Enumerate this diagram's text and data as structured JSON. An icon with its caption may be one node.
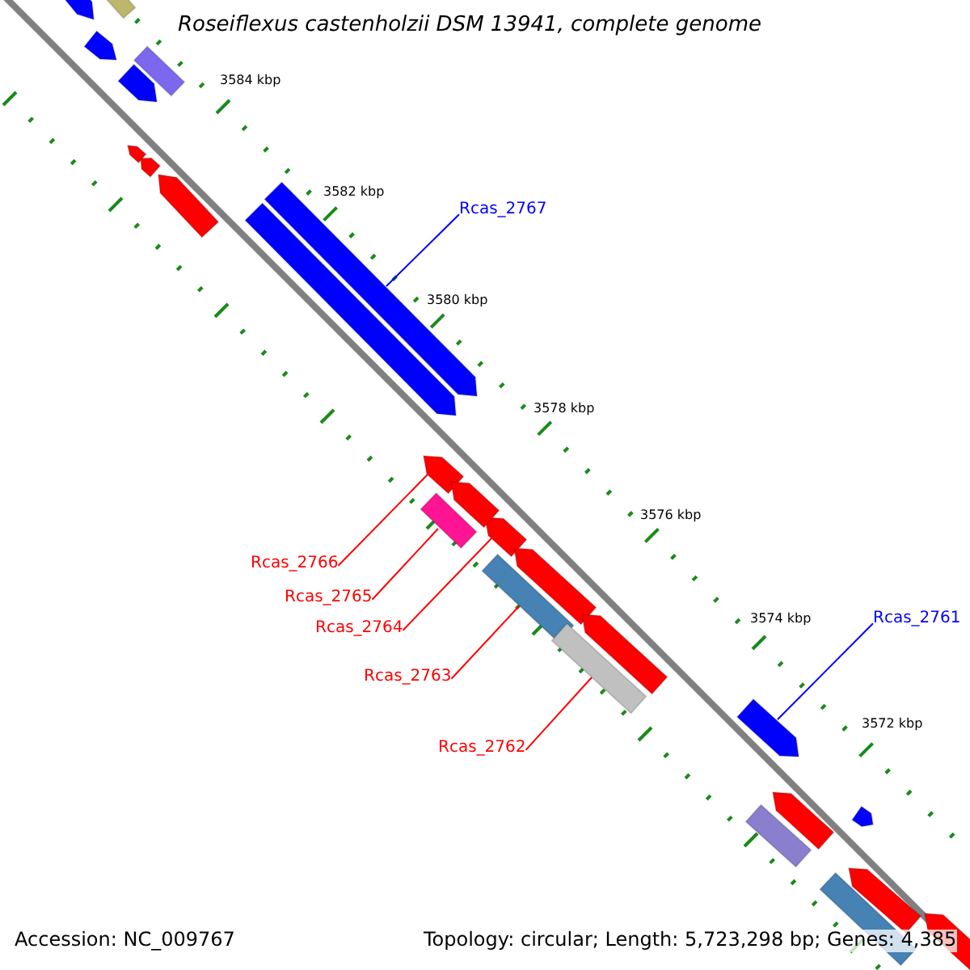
{
  "diagram": {
    "title": "Roseiflexus castenholzii DSM 13941, complete genome",
    "nodes": [
      {
        "text": [
          "Rcas_2767"
        ]
      },
      {
        "text": [],
        "shape": "arrow"
      },
      {
        "text": [
          "Rcas_2761"
        ]
      },
      {
        "text": [],
        "shape": "arrow"
      },
      {
        "text": [
          "Rcas_2766"
        ]
      },
      {
        "text": [],
        "shape": "arrow"
      },
      {
        "text": [
          "Rcas_2765"
        ]
      },
      {
        "text": [],
        "shape": "box"
      },
      {
        "text": [
          "Rcas_2764"
        ]
      },
      {
        "text": [],
        "shape": "arrow"
      },
      {
        "text": [
          "Rcas_2763"
        ]
      },
      {
        "text": [],
        "shape": "box"
      },
      {
        "text": [
          "Rcas_2762"
        ]
      },
      {
        "text": [],
        "shape": "box"
      },
      {
        "text": [],
        "shape": "box"
      },
      {
        "text": [],
        "shape": "arrow"
      },
      {
        "text": [],
        "shape": "arrow"
      },
      {
        "text": [],
        "shape": "box"
      },
      {
        "text": [],
        "shape": "arrow"
      },
      {
        "text": [],
        "shape": "arrow"
      },
      {
        "text": [],
        "shape": "arrow"
      },
      {
        "text": [],
        "shape": "arrow"
      },
      {
        "text": [],
        "shape": "arrow"
      },
      {
        "text": [],
        "shape": "arrow"
      },
      {
        "text": [],
        "shape": "arrow"
      },
      {
        "text": [],
        "shape": "arrow"
      },
      {
        "text": [],
        "shape": "arrow"
      },
      {
        "text": [],
        "shape": "box"
      },
      {
        "text": [],
        "shape": "arrow"
      },
      {
        "text": [],
        "shape": "arrow"
      },
      {
        "text": [],
        "shape": "box"
      },
      {
        "text": [],
        "shape": "arrow"
      }
    ],
    "edges": [
      {
        "from": 0,
        "to": 1,
        "arrow": "none",
        "color": "#0000ff"
      },
      {
        "from": 2,
        "to": 3,
        "arrow": "none",
        "color": "#0000ff"
      },
      {
        "from": 4,
        "to": 5,
        "arrow": "none"
      },
      {
        "from": 6,
        "to": 7,
        "arrow": "none"
      },
      {
        "from": 8,
        "to": 9,
        "arrow": "none"
      },
      {
        "from": 10,
        "to": 11,
        "arrow": "none"
      },
      {
        "from": 12,
        "to": 13,
        "arrow": "none"
      }
    ],
    "labels": [
      "3584 kbp",
      "3582 kbp",
      "3580 kbp",
      "3578 kbp",
      "3576 kbp",
      "3574 kbp",
      "3572 kbp",
      "Accession: NC_009767",
      "Topology: circular; Length: 5,723,298 bp; Genes: 4,385"
    ]
  }
}
